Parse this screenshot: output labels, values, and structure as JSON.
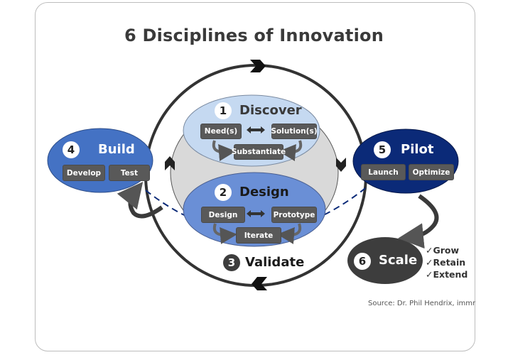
{
  "title": "6 Disciplines of Innovation",
  "colors": {
    "discover_fill": "#c5d9f1",
    "design_fill": "#6a8fd6",
    "build_fill": "#4472c4",
    "pilot_fill": "#0b2a78",
    "scale_fill": "#3d3d3d",
    "center_fill": "#d9d9d9",
    "chip_fill": "#595959",
    "cycle_stroke": "#333333",
    "dashed_stroke": "#0b2a78"
  },
  "stages": {
    "discover": {
      "number": "1",
      "label": "Discover",
      "items": [
        "Need(s)",
        "Solution(s)",
        "Substantiate"
      ]
    },
    "design": {
      "number": "2",
      "label": "Design",
      "items": [
        "Design",
        "Prototype",
        "Iterate"
      ]
    },
    "validate": {
      "number": "3",
      "label": "Validate"
    },
    "build": {
      "number": "4",
      "label": "Build",
      "items": [
        "Develop",
        "Test"
      ]
    },
    "pilot": {
      "number": "5",
      "label": "Pilot",
      "items": [
        "Launch",
        "Optimize"
      ]
    },
    "scale": {
      "number": "6",
      "label": "Scale",
      "outcomes": [
        "✓Grow",
        "✓Retain",
        "✓Extend"
      ]
    }
  },
  "icons": {
    "arrow_between": "double-arrow",
    "cycle_arrows": "chevron-arrowheads",
    "check": "checkmark"
  },
  "source": "Source: Dr. Phil Hendrix, immr"
}
